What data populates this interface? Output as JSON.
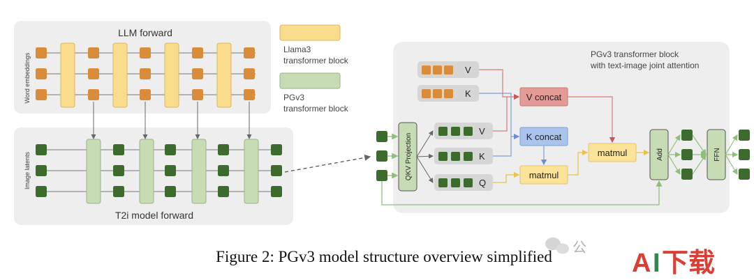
{
  "llm": {
    "title": "LLM forward",
    "side_label": "Word embeddings"
  },
  "t2i": {
    "title": "T2i model forward",
    "side_label": "Image latents"
  },
  "legend": {
    "llama_line1": "Llama3",
    "llama_line2": "transformer block",
    "pgv3_line1": "PGv3",
    "pgv3_line2": "transformer block"
  },
  "right_panel": {
    "title_line1": "PGv3 transformer block",
    "title_line2": "with text-image joint attention",
    "qkv_label": "QKV Projection",
    "text_v": "V",
    "text_k": "K",
    "img_v": "V",
    "img_k": "K",
    "img_q": "Q",
    "v_concat": "V concat",
    "k_concat": "K concat",
    "matmul1": "matmul",
    "matmul2": "matmul",
    "add": "Add",
    "ffn": "FFN"
  },
  "caption": "Figure 2: PGv3 model structure overview simplified",
  "watermark": {
    "left_text": "公",
    "logo_a": "A",
    "logo_i": "I",
    "logo_rest": "下载"
  },
  "colors": {
    "token_orange": "#d98c3a",
    "token_green": "#3d6b2e",
    "llama_block": "#f9dd8c",
    "pgv3_block": "#c7dbb4",
    "panel_bg": "#eeeeee",
    "v_concat": "#e49a95",
    "k_concat": "#a9c5ee",
    "matmul": "#fbe39a"
  }
}
